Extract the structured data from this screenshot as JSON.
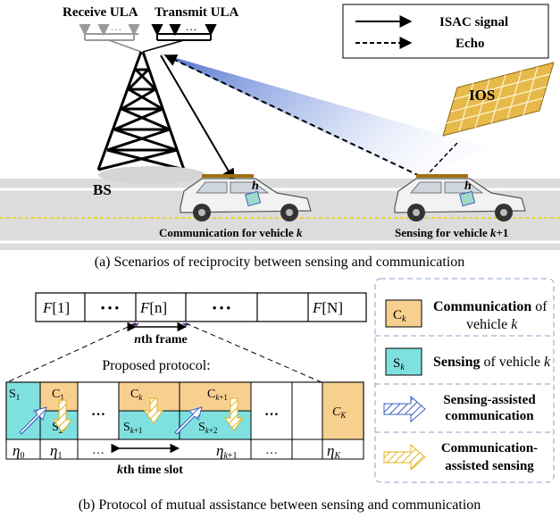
{
  "top": {
    "receive_ula": "Receive ULA",
    "transmit_ula": "Transmit ULA",
    "dots": "…",
    "legend_isac": "ISAC signal",
    "legend_echo": "Echo",
    "bs": "BS",
    "ios": "IOS",
    "h": "h",
    "comm_text": "Communication for vehicle",
    "comm_k": "k",
    "sense_text": "Sensing for vehicle",
    "sense_k": "k",
    "sense_plus": "+1",
    "caption": "(a) Scenarios of reciprocity between sensing and communication"
  },
  "frames": {
    "f": "F",
    "first": "[1]",
    "mid": "[n]",
    "last": "[N]",
    "dots": "• • •",
    "nth_n": "n",
    "nth_rest": "th frame"
  },
  "protocol": {
    "title": "Proposed protocol:",
    "dots": "…",
    "kth_k": "k",
    "kth_rest": "th time slot"
  },
  "legend2": {
    "c": "C",
    "s": "S",
    "k": "k",
    "comm_bold": "Communication",
    "comm_of": " of",
    "vehicle": "vehicle",
    "sensing_bold": "Sensing",
    "sensing_of": " of vehicle",
    "sac_1": "Sensing-assisted",
    "sac_2": "communication",
    "cas_1": "Communication-",
    "cas_2": "assisted sensing"
  },
  "bottom_caption": "(b) Protocol of mutual assistance between sensing and communication",
  "colors": {
    "comm_fill": "#f7d08f",
    "sense_fill": "#7fe0e0",
    "road": "#dcdcdc",
    "lane": "#f0d000",
    "beam": "#3a5fc0",
    "ios": "#e6b94a",
    "legend_border": "#8aa2c8"
  }
}
